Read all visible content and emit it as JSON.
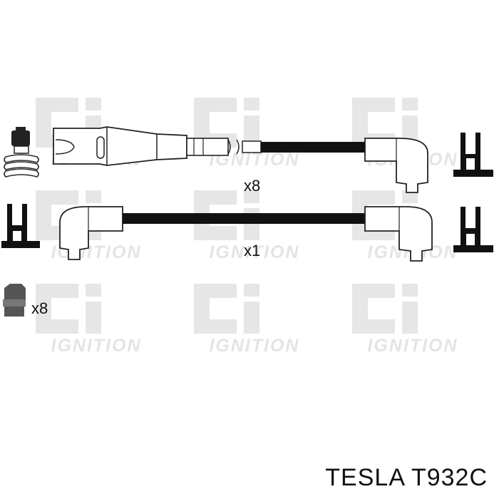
{
  "watermark": {
    "logo": "Ci",
    "brand": "IGNITION",
    "color": "#e4e4e4"
  },
  "quantities": {
    "top_lead": "x8",
    "middle_lead": "x1",
    "boot": "x8"
  },
  "caption": "TESLA T932C"
}
